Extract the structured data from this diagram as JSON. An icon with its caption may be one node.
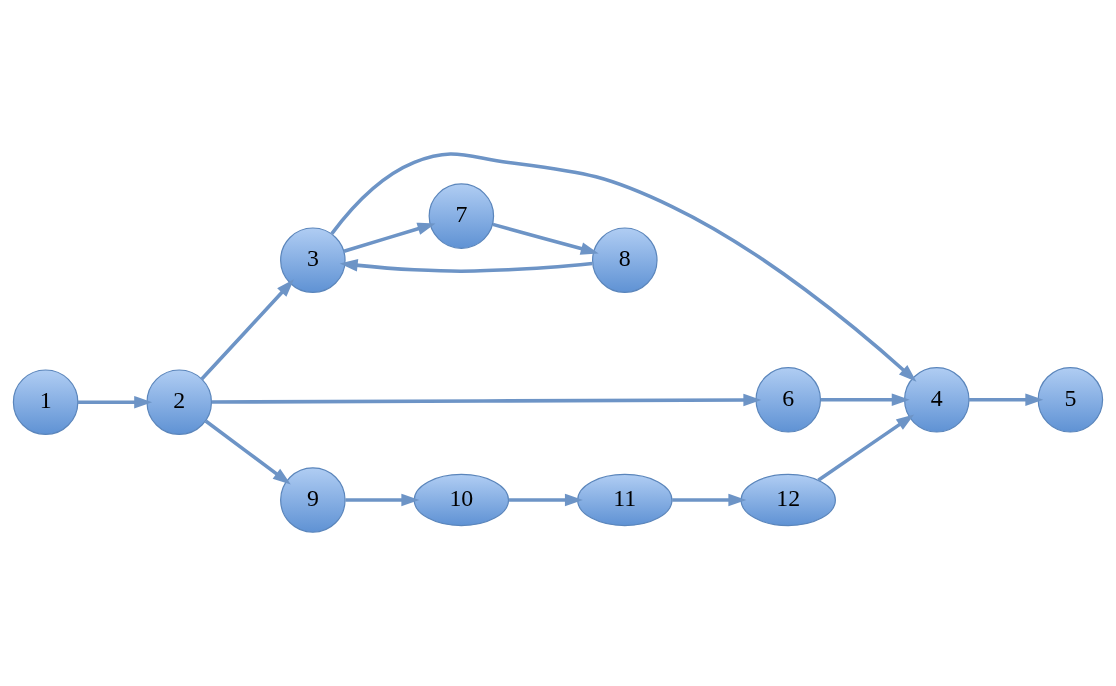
{
  "diagram": {
    "nodes": [
      {
        "text": [
          "1"
        ]
      },
      {
        "text": [
          "2"
        ]
      },
      {
        "text": [
          "3"
        ]
      },
      {
        "text": [
          "4"
        ]
      },
      {
        "text": [
          "5"
        ]
      },
      {
        "text": [
          "6"
        ]
      },
      {
        "text": [
          "7"
        ]
      },
      {
        "text": [
          "8"
        ]
      },
      {
        "text": [
          "9"
        ]
      },
      {
        "text": [
          "10"
        ]
      },
      {
        "text": [
          "11"
        ]
      },
      {
        "text": [
          "12"
        ]
      }
    ],
    "edges": [
      {
        "from": 0,
        "to": 1,
        "arrow": "to"
      },
      {
        "from": 1,
        "to": 2,
        "arrow": "to"
      },
      {
        "from": 1,
        "to": 5,
        "arrow": "to"
      },
      {
        "from": 1,
        "to": 8,
        "arrow": "to"
      },
      {
        "from": 2,
        "to": 3,
        "arrow": "to"
      },
      {
        "from": 2,
        "to": 6,
        "arrow": "to"
      },
      {
        "from": 6,
        "to": 7,
        "arrow": "to"
      },
      {
        "from": 7,
        "to": 2,
        "arrow": "to"
      },
      {
        "from": 3,
        "to": 4,
        "arrow": "to"
      },
      {
        "from": 5,
        "to": 3,
        "arrow": "to"
      },
      {
        "from": 8,
        "to": 9,
        "arrow": "to"
      },
      {
        "from": 9,
        "to": 10,
        "arrow": "to"
      },
      {
        "from": 10,
        "to": 11,
        "arrow": "to"
      },
      {
        "from": 11,
        "to": 3,
        "arrow": "to"
      }
    ]
  }
}
